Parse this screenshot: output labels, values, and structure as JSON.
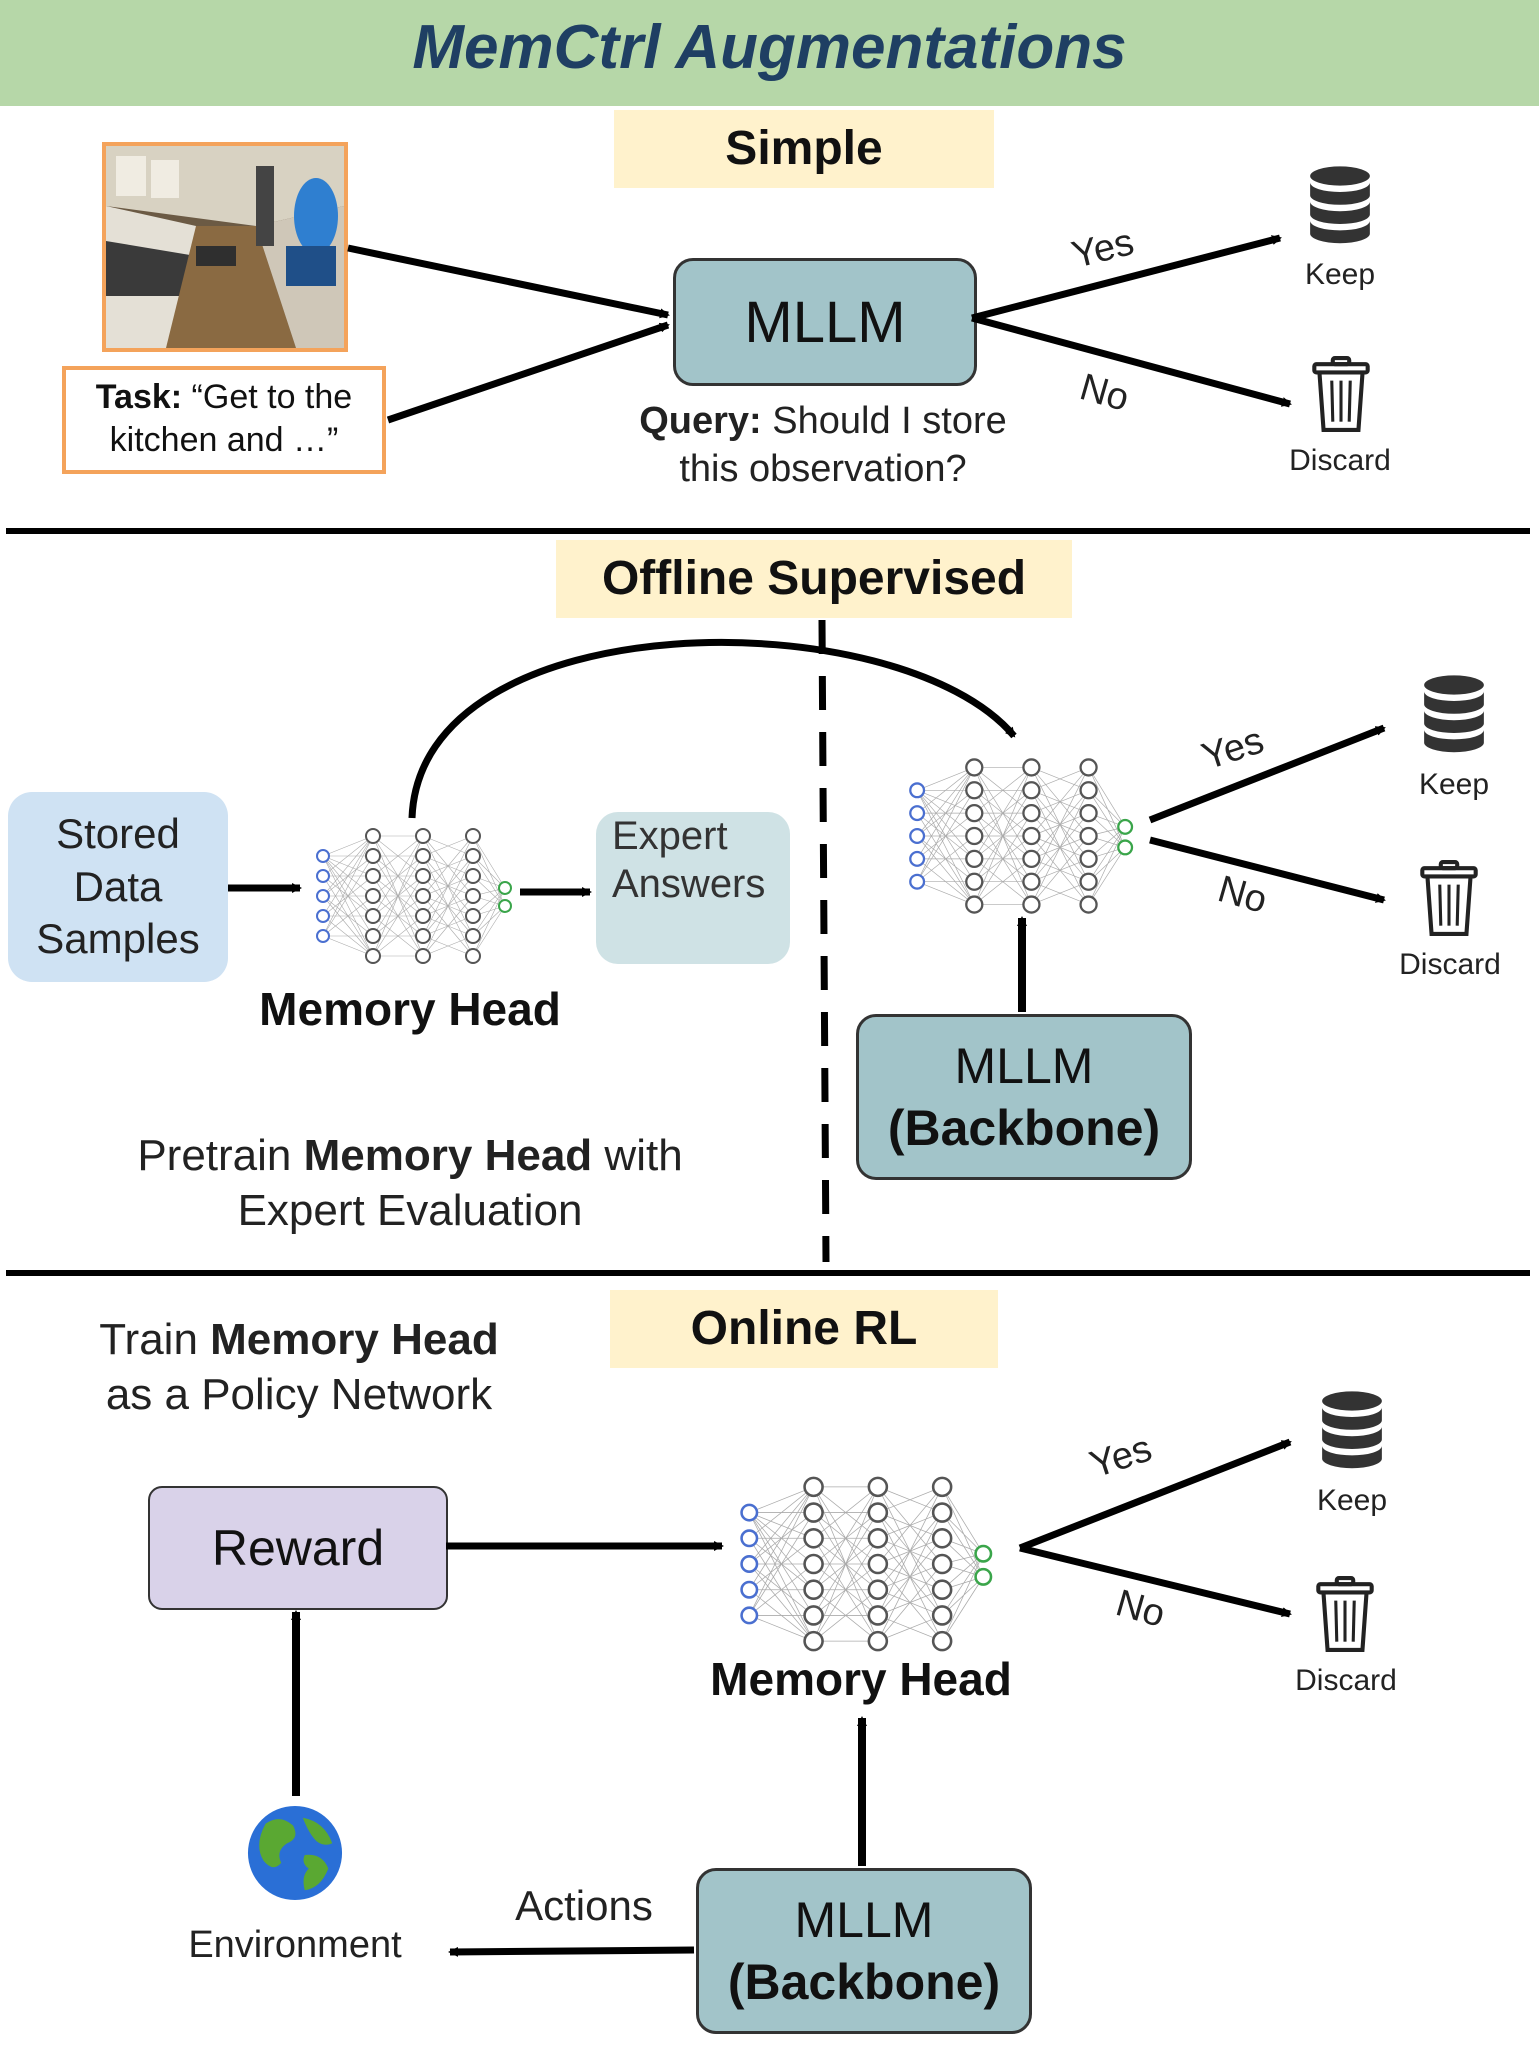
{
  "title": "MemCtrl Augmentations",
  "colors": {
    "header_bg": "#b6d7a8",
    "title": "#1f3f63",
    "section_label_bg": "#fff2cc",
    "mllm_box": "#a2c4c9",
    "stored_box": "#cfe2f3",
    "expert_box": "#cfe2e5",
    "reward_box": "#d9d2e9",
    "task_border": "#f4a35b"
  },
  "simple": {
    "label": "Simple",
    "task_prefix": "Task:",
    "task_text_line1": "“Get to the",
    "task_text_line2": "kitchen and …”",
    "mllm": "MLLM",
    "query_prefix": "Query:",
    "query_line1": "Should I store",
    "query_line2": "this observation?",
    "yes": "Yes",
    "no": "No",
    "keep": "Keep",
    "discard": "Discard",
    "icons": [
      "kitchen-scene-image",
      "database-icon",
      "trash-icon"
    ]
  },
  "offline": {
    "label": "Offline Supervised",
    "stored_line1": "Stored",
    "stored_line2": "Data",
    "stored_line3": "Samples",
    "expert_line1": "Expert",
    "expert_line2": "Answers",
    "memory_head": "Memory Head",
    "caption_pre": "Pretrain",
    "caption_bold": "Memory Head",
    "caption_post": "with",
    "caption_line2": "Expert Evaluation",
    "mllm": "MLLM",
    "backbone": "(Backbone)",
    "yes": "Yes",
    "no": "No",
    "keep": "Keep",
    "discard": "Discard",
    "icons": [
      "neural-network-icon",
      "database-icon",
      "trash-icon"
    ]
  },
  "online": {
    "label": "Online RL",
    "caption_pre": "Train",
    "caption_bold": "Memory Head",
    "caption_line2": "as a Policy Network",
    "reward": "Reward",
    "memory_head": "Memory Head",
    "environment": "Environment",
    "actions": "Actions",
    "mllm": "MLLM",
    "backbone": "(Backbone)",
    "yes": "Yes",
    "no": "No",
    "keep": "Keep",
    "discard": "Discard",
    "icons": [
      "globe-icon",
      "neural-network-icon",
      "database-icon",
      "trash-icon"
    ]
  }
}
